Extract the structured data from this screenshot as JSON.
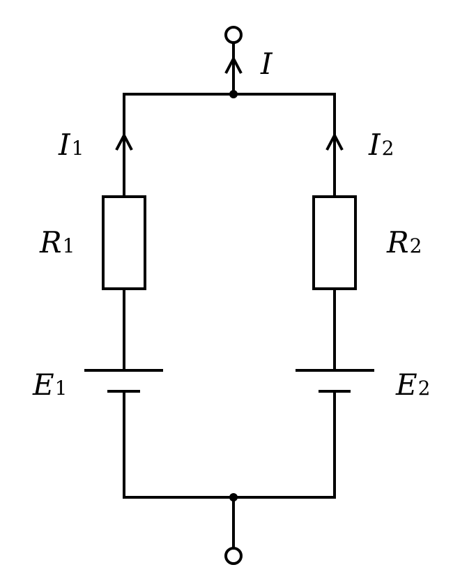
{
  "diagram": {
    "labels": {
      "I_main": {
        "main": "I",
        "sub": ""
      },
      "I1": {
        "main": "I",
        "sub": "1"
      },
      "I2": {
        "main": "I",
        "sub": "2"
      },
      "R1": {
        "main": "R",
        "sub": "1"
      },
      "R2": {
        "main": "R",
        "sub": "2"
      },
      "E1": {
        "main": "E",
        "sub": "1"
      },
      "E2": {
        "main": "E",
        "sub": "2"
      }
    },
    "colors": {
      "stroke": "#000000",
      "background": "#ffffff"
    }
  }
}
